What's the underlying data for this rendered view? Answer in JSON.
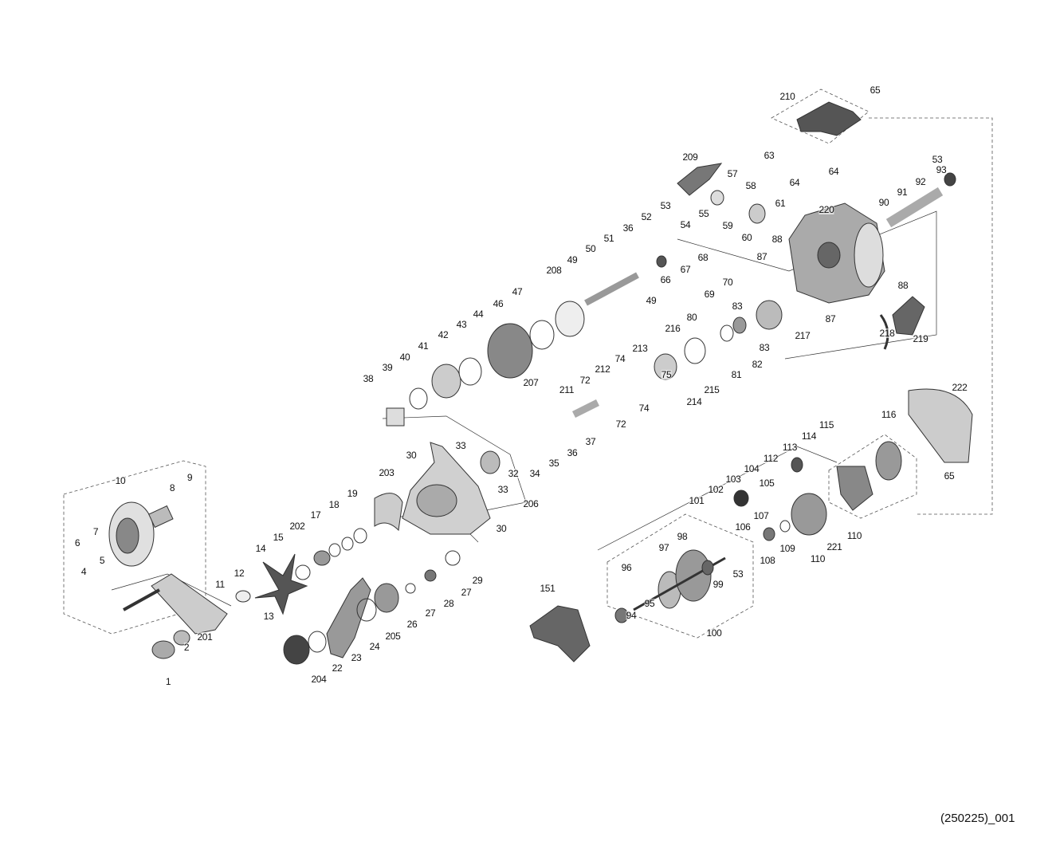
{
  "diagram": {
    "type": "exploded-parts-diagram",
    "colors": {
      "line": "#333333",
      "part_fill": "#d9d9d9",
      "part_dark": "#6e6e6e"
    },
    "labels": [
      "65",
      "210",
      "63",
      "64",
      "64",
      "53",
      "93",
      "92",
      "91",
      "90",
      "209",
      "57",
      "58",
      "61",
      "59",
      "60",
      "220",
      "88",
      "88",
      "87",
      "87",
      "53",
      "54",
      "55",
      "52",
      "36",
      "51",
      "50",
      "49",
      "49",
      "208",
      "68",
      "67",
      "66",
      "70",
      "69",
      "83",
      "83",
      "217",
      "219",
      "218",
      "47",
      "46",
      "44",
      "43",
      "42",
      "41",
      "40",
      "39",
      "38",
      "207",
      "80",
      "216",
      "81",
      "82",
      "213",
      "74",
      "212",
      "72",
      "211",
      "75",
      "214",
      "215",
      "74",
      "72",
      "37",
      "36",
      "35",
      "34",
      "32",
      "33",
      "33",
      "30",
      "30",
      "206",
      "203",
      "222",
      "116",
      "115",
      "114",
      "113",
      "112",
      "65",
      "104",
      "105",
      "103",
      "102",
      "101",
      "106",
      "107",
      "108",
      "109",
      "110",
      "110",
      "221",
      "98",
      "97",
      "99",
      "53",
      "96",
      "95",
      "94",
      "100",
      "151",
      "10",
      "8",
      "9",
      "7",
      "6",
      "5",
      "4",
      "14",
      "15",
      "202",
      "17",
      "18",
      "19",
      "11",
      "12",
      "13",
      "201",
      "2",
      "1",
      "29",
      "27",
      "28",
      "27",
      "26",
      "205",
      "24",
      "23",
      "22",
      "204"
    ],
    "footer_code": "(250225)_001"
  }
}
